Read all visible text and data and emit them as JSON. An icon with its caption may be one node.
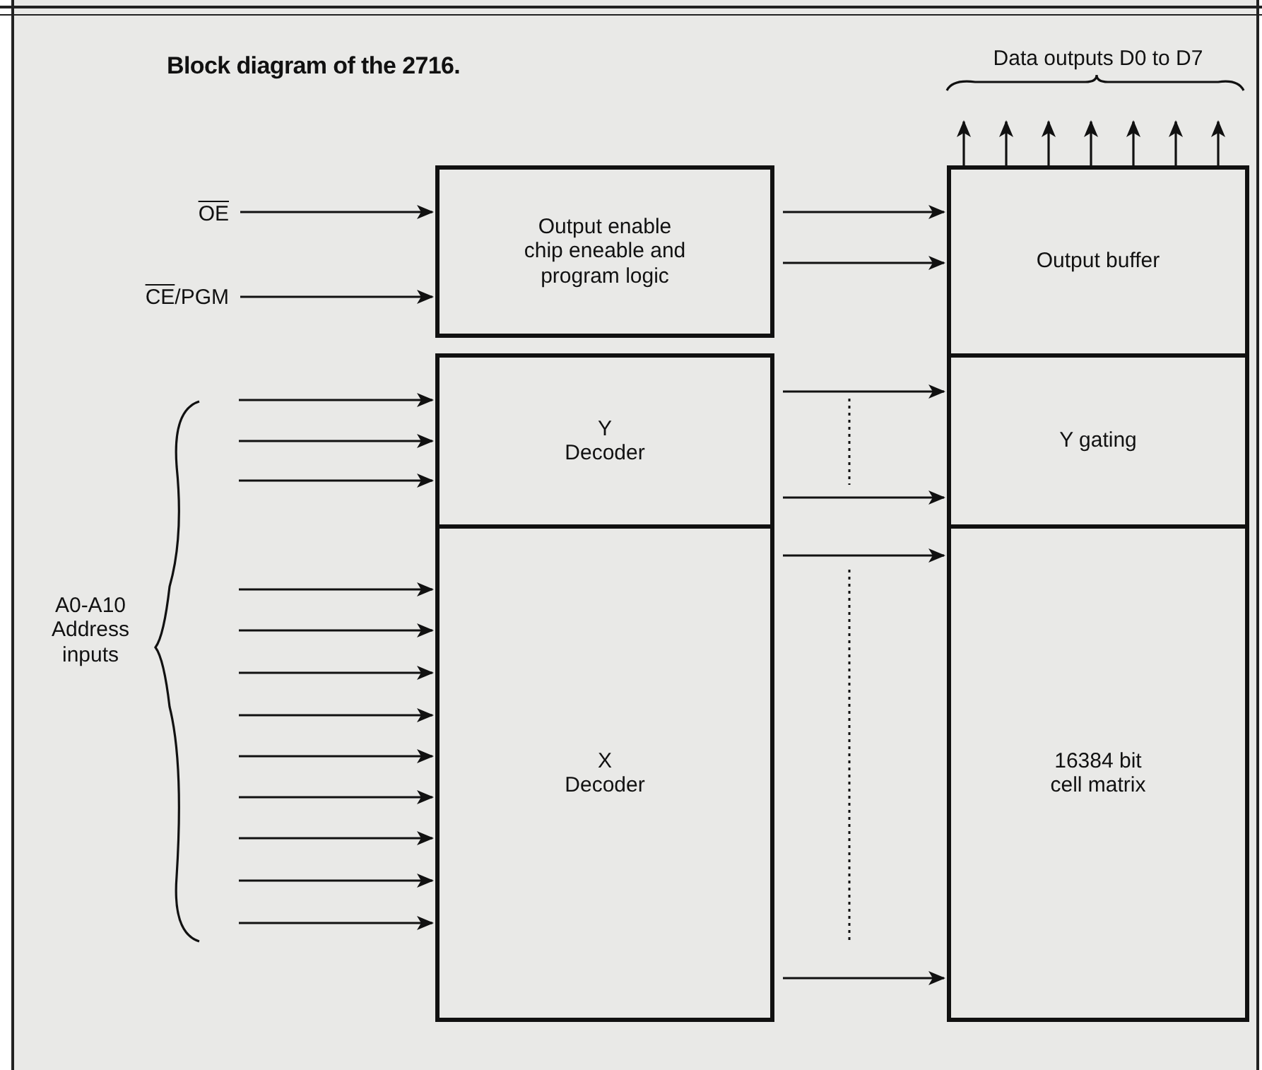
{
  "diagram": {
    "title": "Block diagram of the 2716.",
    "nodes": [
      {
        "text": [
          "OE"
        ]
      },
      {
        "text": [
          "CE/PGM"
        ]
      },
      {
        "text": [
          "Output enable chip eneable and program logic"
        ]
      },
      {
        "text": [
          "Output buffer"
        ]
      },
      {
        "text": [
          "Y Decoder"
        ]
      },
      {
        "text": [
          "X Decoder"
        ]
      },
      {
        "text": [
          "Y gating"
        ]
      },
      {
        "text": [
          "16384 bit cell matrix"
        ]
      }
    ],
    "edges": [
      {
        "from": 0,
        "to": 2,
        "arrow": "to"
      },
      {
        "from": 1,
        "to": 2,
        "arrow": "to"
      },
      {
        "from": 2,
        "to": 3,
        "arrow": "to"
      },
      {
        "from": 2,
        "to": 3,
        "arrow": "to"
      },
      {
        "from": null,
        "to": 4,
        "arrow": "to"
      },
      {
        "from": null,
        "to": 4,
        "arrow": "to"
      },
      {
        "from": null,
        "to": 4,
        "arrow": "to"
      },
      {
        "from": null,
        "to": 5,
        "arrow": "to"
      },
      {
        "from": null,
        "to": 5,
        "arrow": "to"
      },
      {
        "from": null,
        "to": 5,
        "arrow": "to"
      },
      {
        "from": null,
        "to": 5,
        "arrow": "to"
      },
      {
        "from": null,
        "to": 5,
        "arrow": "to"
      },
      {
        "from": null,
        "to": 5,
        "arrow": "to"
      },
      {
        "from": null,
        "to": 5,
        "arrow": "to"
      },
      {
        "from": null,
        "to": 5,
        "arrow": "to"
      },
      {
        "from": null,
        "to": 5,
        "arrow": "to"
      },
      {
        "from": 4,
        "to": 6,
        "arrow": "to"
      },
      {
        "from": 4,
        "to": 6,
        "arrow": "to"
      },
      {
        "from": 5,
        "to": 7,
        "arrow": "to"
      },
      {
        "from": 5,
        "to": 7,
        "arrow": "to"
      },
      {
        "from": 3,
        "to": null,
        "arrow": "to"
      },
      {
        "from": 3,
        "to": null,
        "arrow": "to"
      },
      {
        "from": 3,
        "to": null,
        "arrow": "to"
      },
      {
        "from": 3,
        "to": null,
        "arrow": "to"
      },
      {
        "from": 3,
        "to": null,
        "arrow": "to"
      },
      {
        "from": 3,
        "to": null,
        "arrow": "to"
      },
      {
        "from": 3,
        "to": null,
        "arrow": "to"
      }
    ],
    "labels": [
      "Data outputs D0 to D7",
      "A0-A10 Address inputs"
    ]
  }
}
